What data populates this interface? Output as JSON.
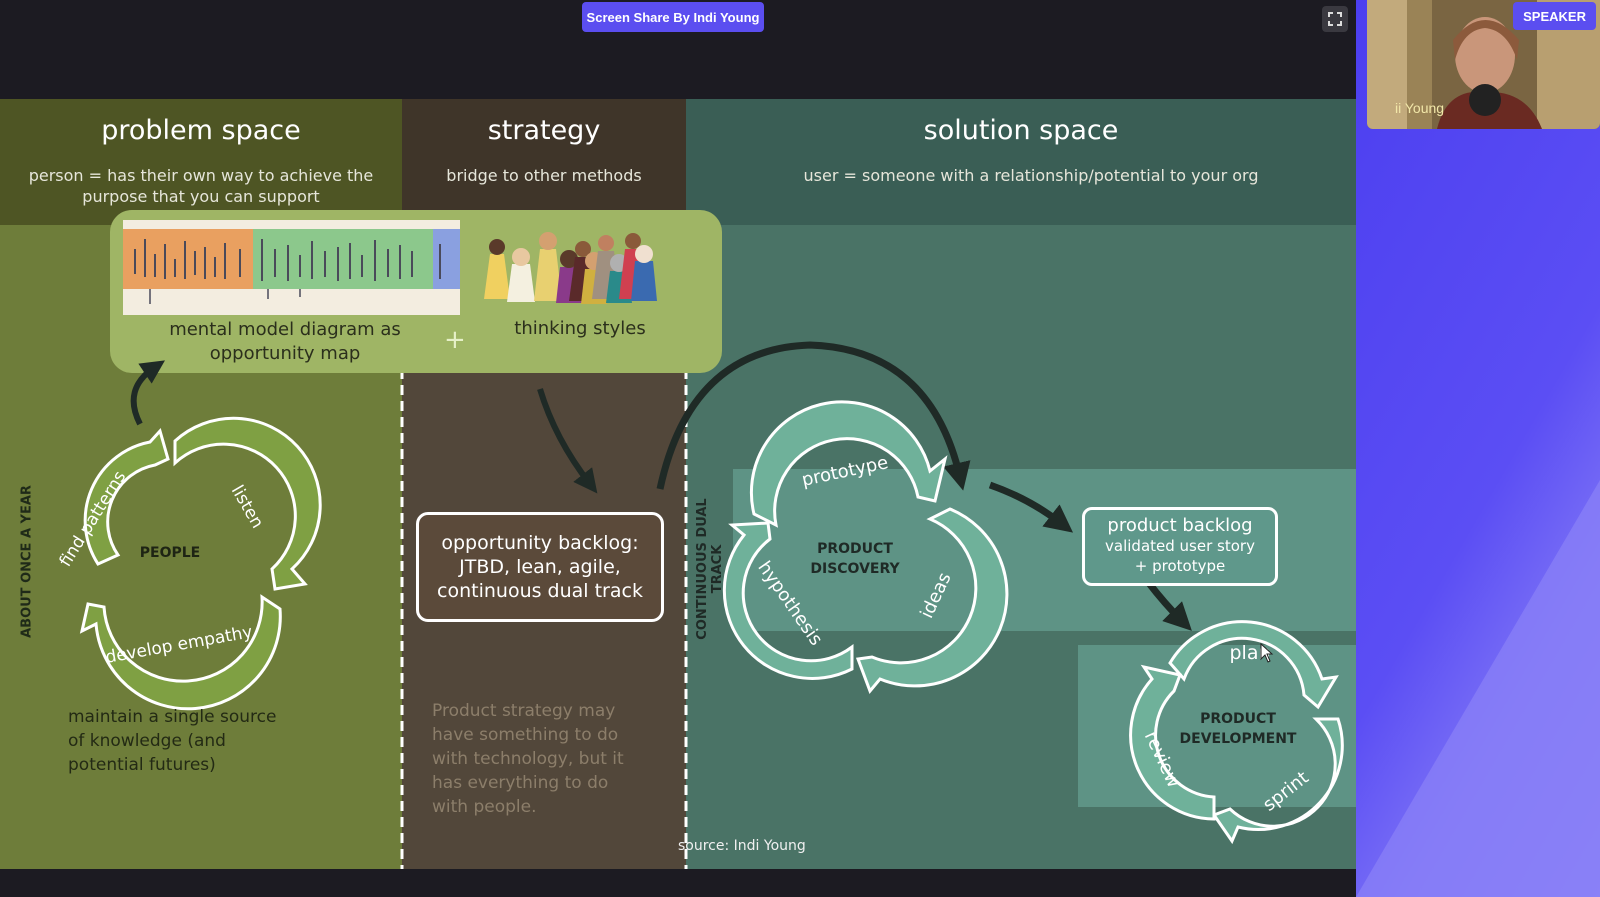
{
  "call": {
    "screen_share_label": "Screen Share By Indi Young",
    "speaker_badge": "SPEAKER",
    "participant_name": "ii Young"
  },
  "slide": {
    "problem_space": {
      "title": "problem space",
      "subtitle_line1": "person = has their own way to achieve the",
      "subtitle_line2": "purpose that you can support"
    },
    "strategy": {
      "title": "strategy",
      "subtitle": "bridge to other methods"
    },
    "solution_space": {
      "title": "solution space",
      "subtitle": "user = someone with a relationship/potential to your org"
    },
    "mental_model_caption_line1": "mental model diagram as",
    "mental_model_caption_line2": "opportunity map",
    "plus": "+",
    "thinking_styles": "thinking styles",
    "side_label_left": "ABOUT ONCE A YEAR",
    "side_label_middle": "CONTINUOUS DUAL TRACK",
    "people_cycle": {
      "center": "PEOPLE",
      "steps": [
        "find patterns",
        "listen",
        "develop empathy"
      ]
    },
    "maintain_text": [
      "maintain a single source",
      "of knowledge (and",
      "potential futures)"
    ],
    "opportunity_backlog": [
      "opportunity backlog:",
      "JTBD, lean, agile,",
      "continuous dual track"
    ],
    "strategy_note": [
      "Product strategy may",
      "have something to do",
      "with technology, but it",
      "has everything to do",
      "with people."
    ],
    "discovery_cycle": {
      "center_line1": "PRODUCT",
      "center_line2": "DISCOVERY",
      "steps": [
        "prototype",
        "ideas",
        "hypothesis"
      ]
    },
    "product_backlog": {
      "title": "product backlog",
      "line2": "validated user story",
      "line3": "+ prototype"
    },
    "development_cycle": {
      "center_line1": "PRODUCT",
      "center_line2": "DEVELOPMENT",
      "steps": [
        "plan",
        "sprint",
        "review"
      ]
    },
    "source": "source: Indi Young"
  },
  "colors": {
    "problem_bg": "#6e7d3a",
    "problem_header": "#4e5524",
    "strategy_bg": "#52473a",
    "strategy_header": "#3f3529",
    "solution_bg": "#4a7366",
    "solution_header": "#3a5e55",
    "accent": "#5b4ef0",
    "cycle_green": "#7fa043",
    "cycle_teal": "#6fb19a"
  }
}
